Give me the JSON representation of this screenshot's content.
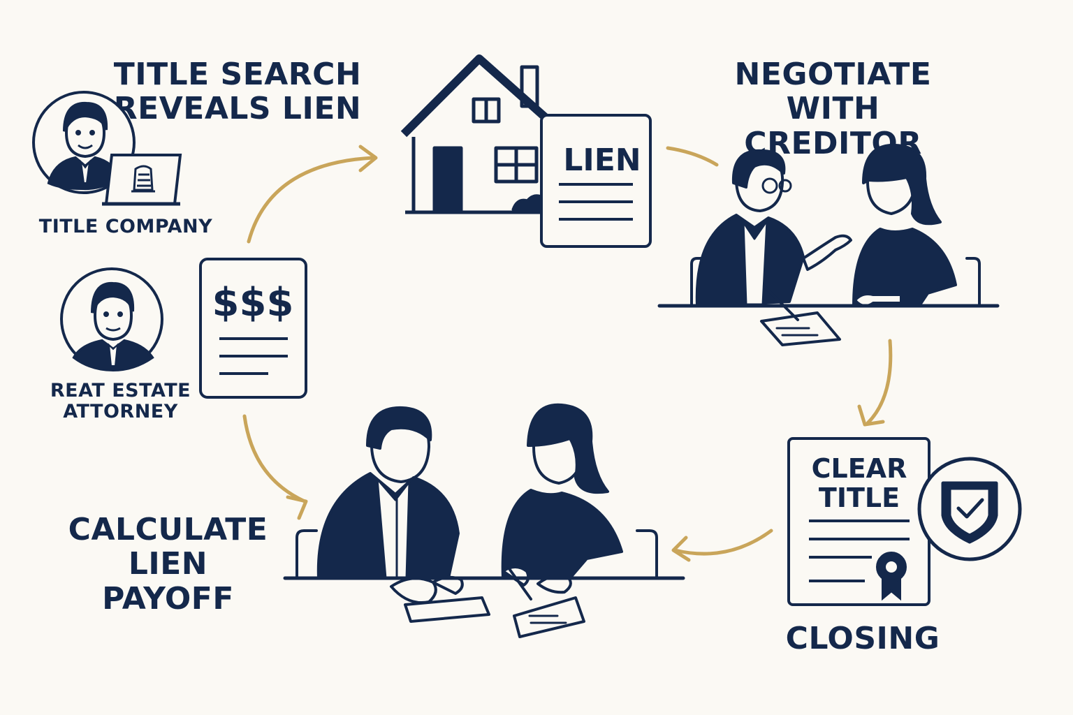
{
  "colors": {
    "navy": "#14284b",
    "gold": "#c9a55a",
    "background": "#fbf9f4"
  },
  "steps": {
    "title_search": {
      "line1": "TITLE SEARCH",
      "line2": "REVEALS LIEN"
    },
    "negotiate": {
      "line1": "NEGOTIATE",
      "line2": "WITH CREDITOR"
    },
    "calculate": {
      "line1": "CALCULATE",
      "line2": "LIEN PAYOFF"
    },
    "closing": {
      "label": "CLOSING"
    }
  },
  "roles": {
    "title_company": "TITLE COMPANY",
    "attorney_line1": "REAT ESTATE",
    "attorney_line2": "ATTORNEY"
  },
  "documents": {
    "lien_doc": "LIEN",
    "payoff_doc": "$$$",
    "clear_title_line1": "CLEAR",
    "clear_title_line2": "TITLE"
  },
  "icons": [
    "person-laptop-icon",
    "attorney-icon",
    "house-icon",
    "shield-check-icon",
    "award-seal-icon"
  ]
}
